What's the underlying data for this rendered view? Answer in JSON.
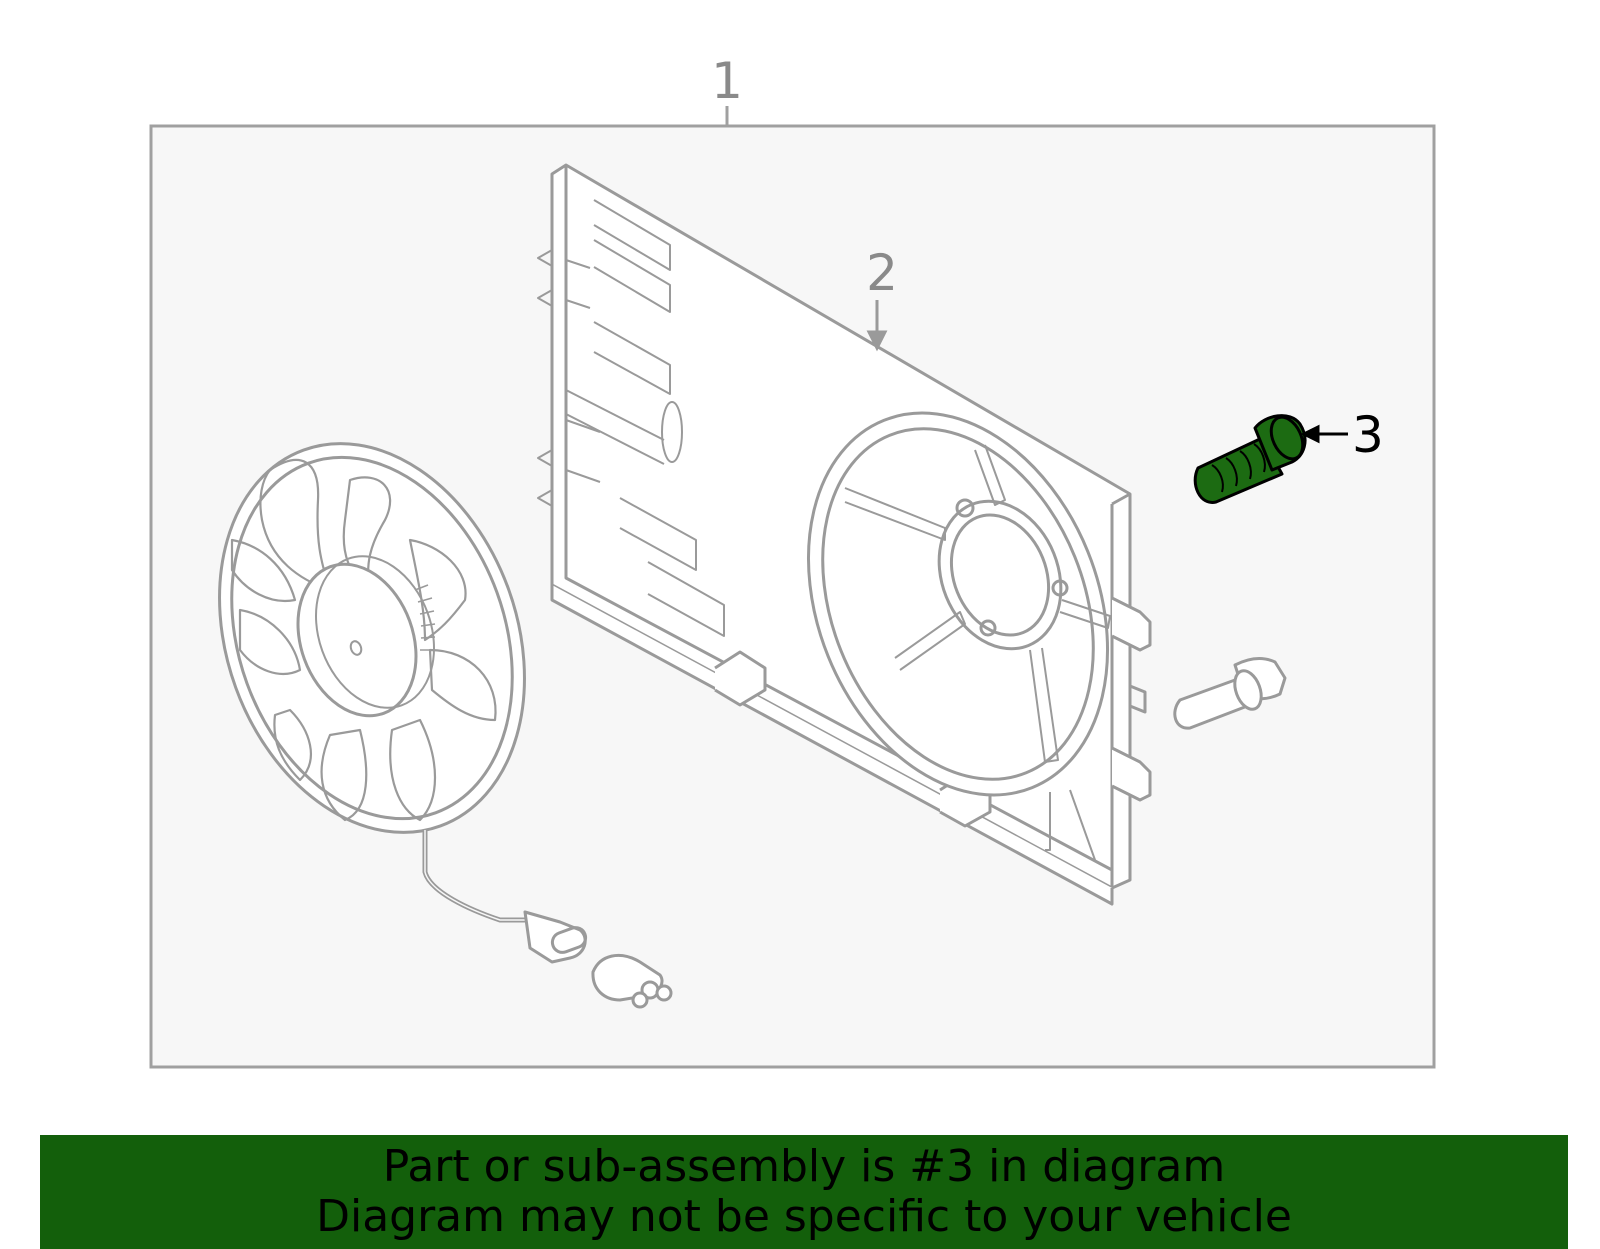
{
  "callouts": {
    "part1": "1",
    "part2": "2",
    "part3": "3"
  },
  "banner": {
    "line1": "Part or sub-assembly is #3 in diagram",
    "line2": "Diagram may not be specific to your vehicle"
  },
  "colors": {
    "highlight": "#1c6b12",
    "banner": "#135f0b",
    "lines": "#9a9a9a",
    "panel": "#f7f7f7",
    "callout_active": "#000000",
    "callout_inactive": "#8a8a8a"
  }
}
